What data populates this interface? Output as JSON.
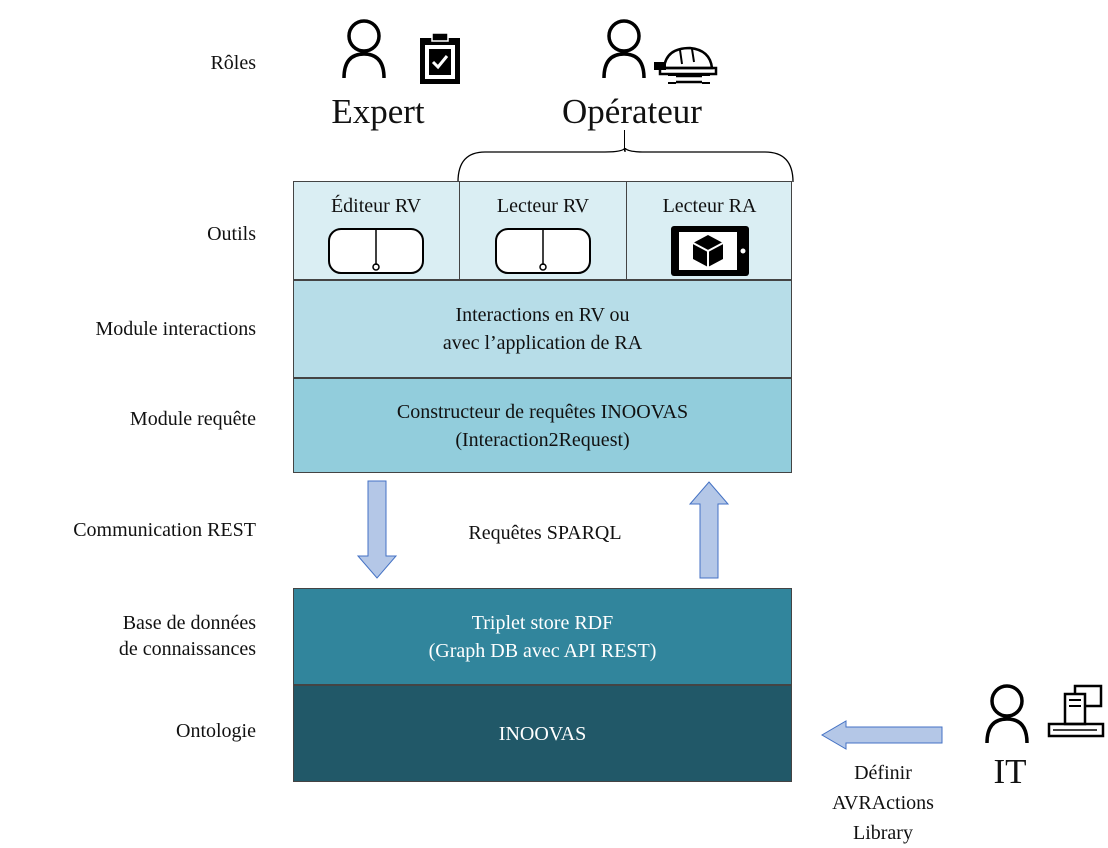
{
  "rows": {
    "roles": "Rôles",
    "tools": "Outils",
    "interactions": "Module interactions",
    "request": "Module requête",
    "communication": "Communication REST",
    "database_line1": "Base de données",
    "database_line2": "de connaissances",
    "ontology": "Ontologie"
  },
  "roles": {
    "expert": "Expert",
    "operator": "Opérateur",
    "it": "IT"
  },
  "tools": {
    "vr_editor": "Éditeur RV",
    "vr_reader": "Lecteur RV",
    "ar_reader": "Lecteur RA"
  },
  "layers": {
    "interactions_line1": "Interactions en RV ou",
    "interactions_line2": "avec l’application de RA",
    "request_line1": "Constructeur de requêtes INOOVAS",
    "request_line2": "(Interaction2Request)",
    "store_line1": "Triplet store RDF",
    "store_line2": "(Graph DB avec API REST)",
    "ontology": "INOOVAS"
  },
  "communication": {
    "label": "Requêtes SPARQL"
  },
  "define": {
    "line1": "Définir",
    "line2": "AVRActions",
    "line3": "Library"
  },
  "colors": {
    "tools_bg": "#daeef3",
    "interactions_bg": "#b7dde8",
    "request_bg": "#92cddc",
    "store_bg": "#31859c",
    "ontology_bg": "#215868",
    "arrow_fill": "#b4c7e7",
    "arrow_stroke": "#4472c4"
  }
}
